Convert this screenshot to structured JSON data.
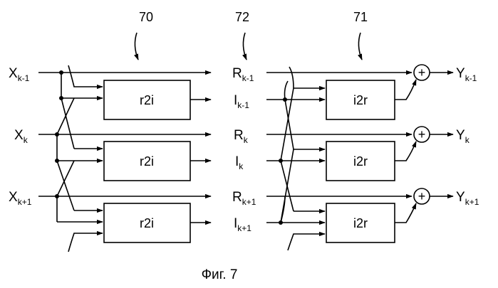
{
  "refs": {
    "left_block_group": "70",
    "middle_signals": "72",
    "right_block_group": "71"
  },
  "inputs": [
    {
      "main": "X",
      "sub": "k-1"
    },
    {
      "main": "X",
      "sub": "k"
    },
    {
      "main": "X",
      "sub": "k+1"
    }
  ],
  "r2i_blocks": [
    "r2i",
    "r2i",
    "r2i"
  ],
  "middle": [
    {
      "r_main": "R",
      "r_sub": "k-1",
      "i_main": "I",
      "i_sub": "k-1"
    },
    {
      "r_main": "R",
      "r_sub": "k",
      "i_main": "I",
      "i_sub": "k"
    },
    {
      "r_main": "R",
      "r_sub": "k+1",
      "i_main": "I",
      "i_sub": "k+1"
    }
  ],
  "i2r_blocks": [
    "i2r",
    "i2r",
    "i2r"
  ],
  "adder_symbol": "+",
  "outputs": [
    {
      "main": "Y",
      "sub": "k-1"
    },
    {
      "main": "Y",
      "sub": "k"
    },
    {
      "main": "Y",
      "sub": "k+1"
    }
  ],
  "caption": "Фиг. 7"
}
